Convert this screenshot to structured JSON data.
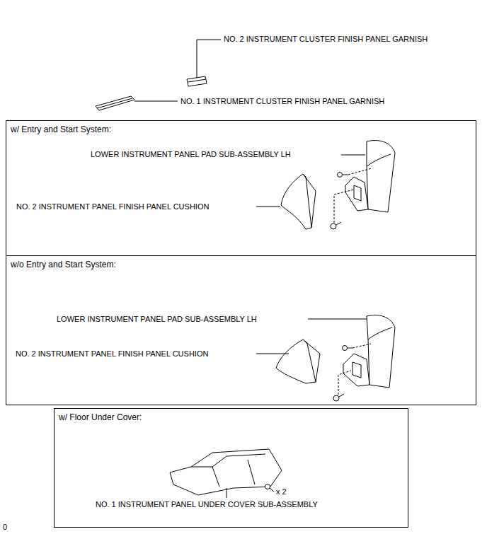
{
  "diagram": {
    "nodes": [
      {
        "text": [
          "w/ Entry and Start System:"
        ]
      },
      {
        "text": [
          "w/o Entry and Start System:"
        ]
      },
      {
        "text": [
          "w/ Floor Under Cover:"
        ]
      }
    ],
    "labels": [
      "NO. 2 INSTRUMENT CLUSTER FINISH PANEL GARNISH",
      "NO. 1 INSTRUMENT CLUSTER FINISH PANEL GARNISH",
      "LOWER INSTRUMENT PANEL PAD SUB-ASSEMBLY LH",
      "NO. 2 INSTRUMENT PANEL FINISH PANEL CUSHION",
      "LOWER INSTRUMENT PANEL PAD SUB-ASSEMBLY LH",
      "NO. 2 INSTRUMENT PANEL FINISH PANEL CUSHION",
      "x 2",
      "NO. 1 INSTRUMENT PANEL UNDER COVER SUB-ASSEMBLY",
      "0"
    ]
  }
}
